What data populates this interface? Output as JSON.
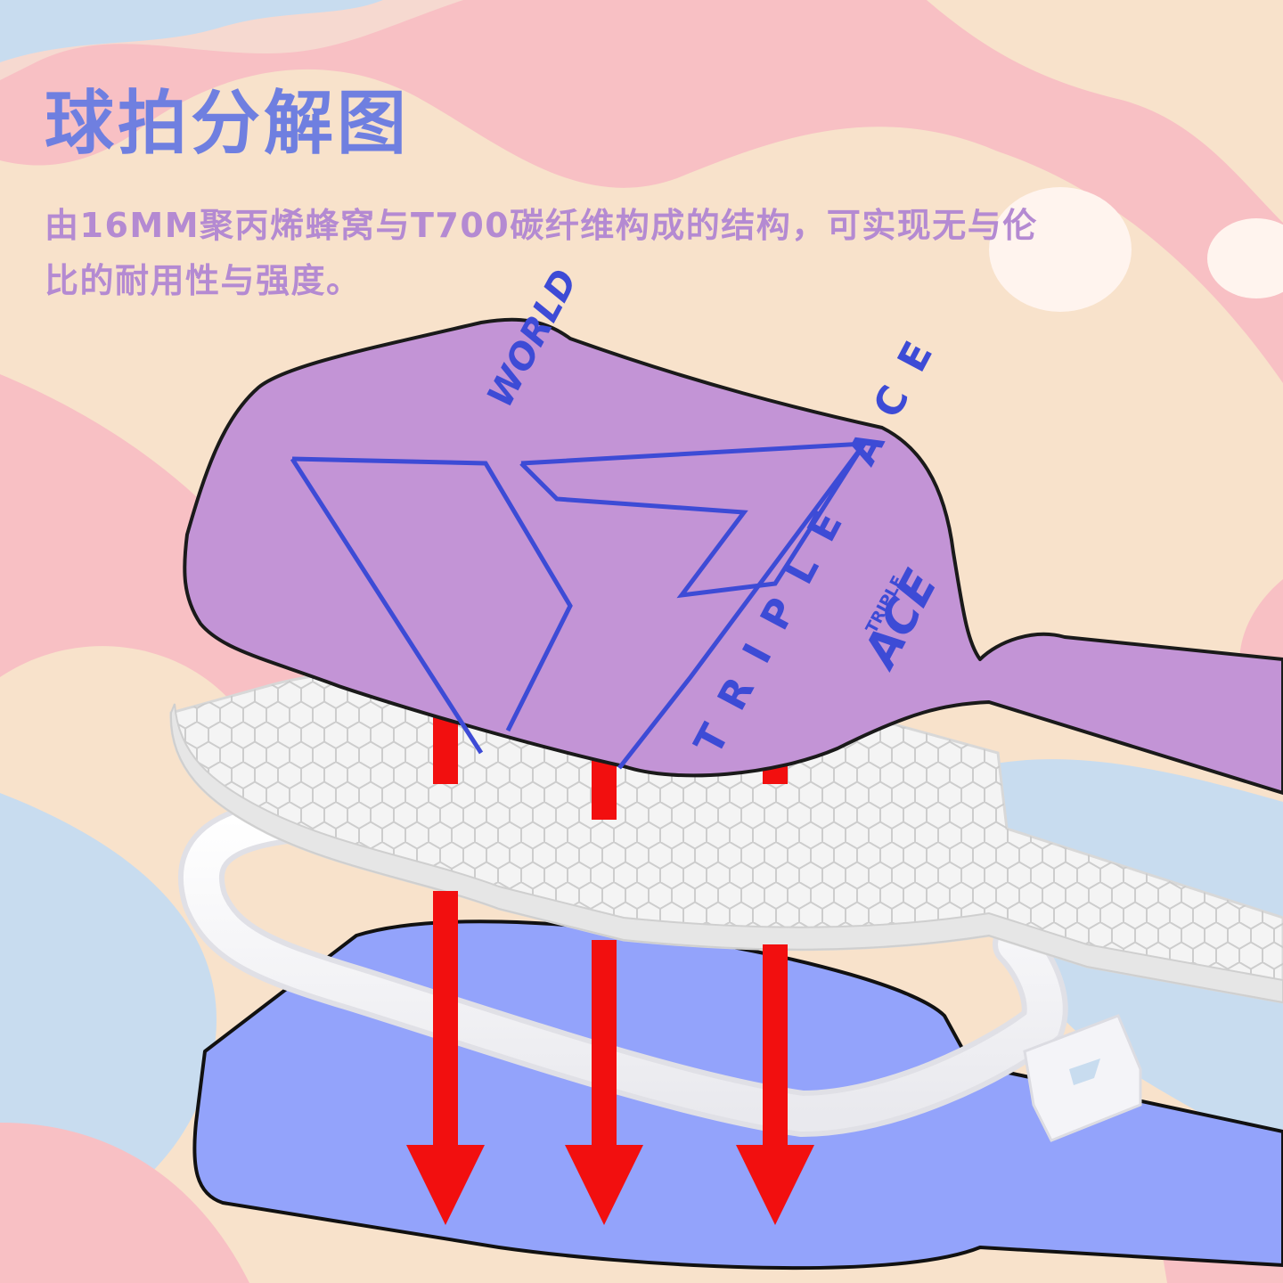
{
  "heading": {
    "title": "球拍分解图",
    "description": "由16MM聚丙烯蜂窝与T700碳纤维构成的结构，可实现无与伦比的耐用性与强度。"
  },
  "paddle_face": {
    "word_world": "WORLD",
    "word_triple_ace": "TRIPLE ACE",
    "logo_small": "TRIPLE",
    "logo_mark": "ACE"
  },
  "icons": {
    "arrows": "down-arrow-icon",
    "honeycomb": "honeycomb-core-icon",
    "edge_guard": "edge-guard-icon"
  },
  "colors": {
    "title": "#6f7fe0",
    "subtitle": "#b48ad2",
    "paddle_top": "#c394d6",
    "paddle_bottom": "#93a3fb",
    "logo_line": "#3d4bd6",
    "arrow": "#f20f0f",
    "bg_peach": "#f8e2cb",
    "bg_pink": "#f8c0c4",
    "bg_blue": "#c8dcef"
  }
}
